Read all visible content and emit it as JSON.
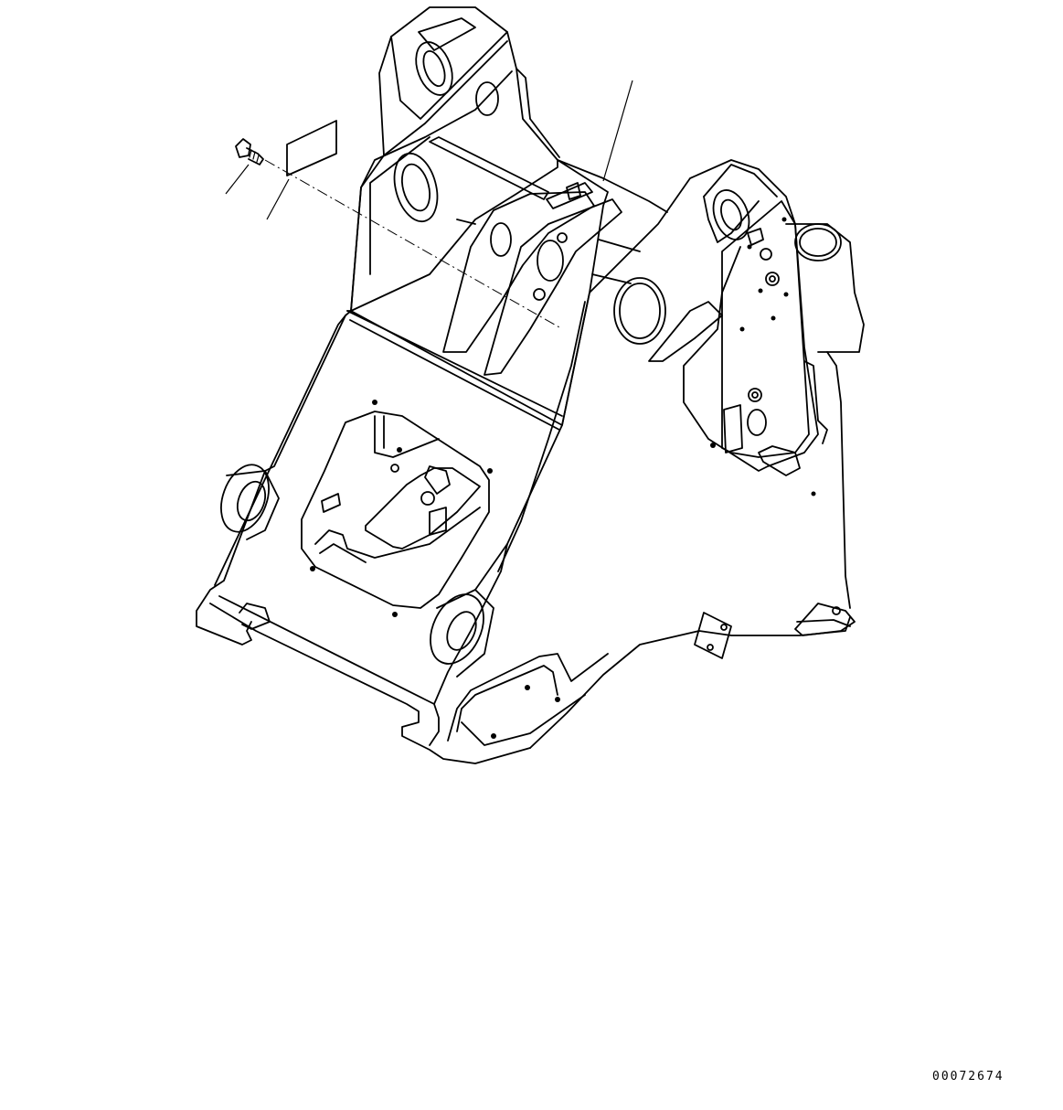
{
  "drawing": {
    "drawing_number": "00072674",
    "subject": "loader-front-frame",
    "callouts": [
      "bolt",
      "plate-label",
      "front-frame"
    ],
    "line_color": "#000000",
    "background_color": "#ffffff"
  }
}
